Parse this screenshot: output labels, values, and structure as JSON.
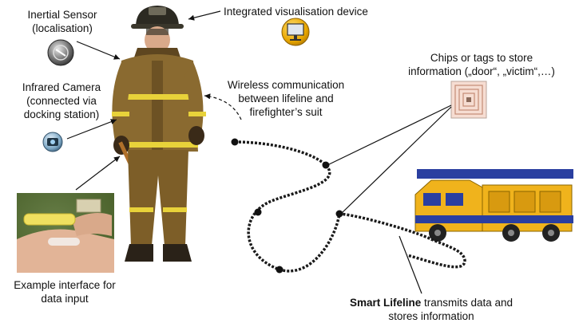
{
  "labels": {
    "inertial_sensor": [
      "Inertial Sensor",
      "(localisation)"
    ],
    "infrared_camera": [
      "Infrared Camera",
      "(connected via",
      "docking station)"
    ],
    "visualisation": "Integrated visualisation device",
    "wireless": [
      "Wireless communication",
      "between lifeline and",
      "firefighter’s suit"
    ],
    "chips": [
      "Chips or tags to store",
      "information („door“, „victim“,…)"
    ],
    "interface": [
      "Example interface for",
      "data input"
    ],
    "smart_lifeline_bold": "Smart Lifeline",
    "smart_lifeline_rest": " transmits data and",
    "smart_lifeline_line2": "stores information"
  },
  "colors": {
    "suit": "#8a6a30",
    "suit_dark": "#5e4620",
    "reflective": "#e8d23a",
    "helmet": "#2c2a22",
    "cable": "#1a1a1a",
    "truck_yellow": "#f0b31c",
    "truck_blue": "#2a3fa0",
    "hand_bg": "#4f6a2a"
  },
  "icons": {
    "sensor": "compass-sensor-icon",
    "camera": "infrared-camera-icon",
    "visualisation": "monitor-device-icon",
    "chip": "rfid-chip-icon"
  }
}
